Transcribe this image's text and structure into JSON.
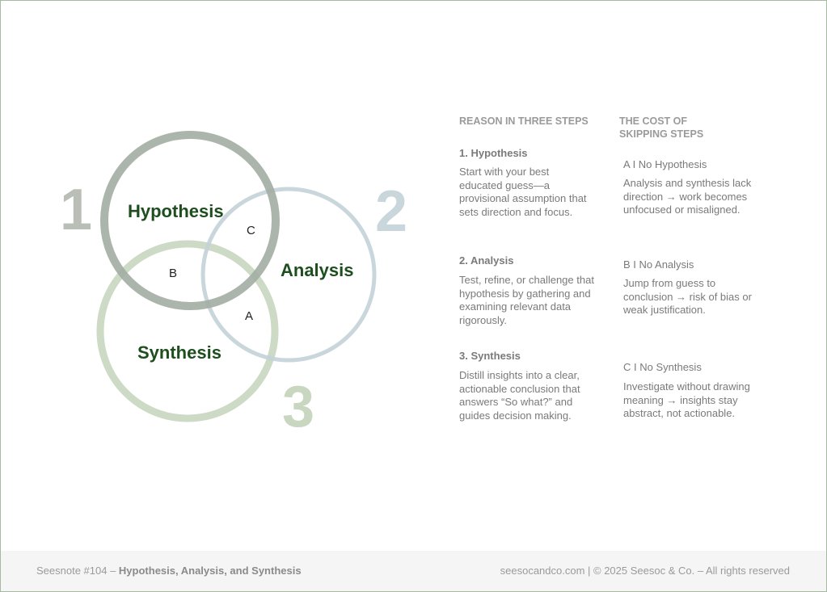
{
  "diagram": {
    "numbers": [
      "1",
      "2",
      "3"
    ],
    "circles": [
      {
        "label": "Hypothesis",
        "color": "#a3ada3"
      },
      {
        "label": "Analysis",
        "color": "#c3d2d8"
      },
      {
        "label": "Synthesis",
        "color": "#c8d6bf"
      }
    ],
    "regions": [
      "C",
      "B",
      "A"
    ]
  },
  "steps": {
    "heading": "REASON IN THREE STEPS",
    "items": [
      {
        "title": "1. Hypothesis",
        "body": "Start with your best educated guess—a provisional assumption that sets direction and focus."
      },
      {
        "title": "2. Analysis",
        "body": "Test, refine, or challenge that hypothesis by gathering and examining relevant data rigorously."
      },
      {
        "title": "3. Synthesis",
        "body": "Distill insights into a clear, actionable conclusion that answers “So what?” and guides decision making."
      }
    ]
  },
  "costs": {
    "heading": "THE COST OF SKIPPING STEPS",
    "items": [
      {
        "title": "A I No Hypothesis",
        "body": "Analysis and synthesis lack direction → work becomes unfocused or misaligned."
      },
      {
        "title": "B I No Analysis",
        "body": "Jump from guess to conclusion → risk of bias or weak justification."
      },
      {
        "title": "C I No Synthesis",
        "body": "Investigate without drawing meaning → insights stay abstract, not actionable."
      }
    ]
  },
  "footer": {
    "prefix": "Seesnote #104 – ",
    "title": "Hypothesis, Analysis, and Synthesis",
    "right": "seesocandco.com | © 2025 Seesoc & Co. – All rights reserved"
  }
}
